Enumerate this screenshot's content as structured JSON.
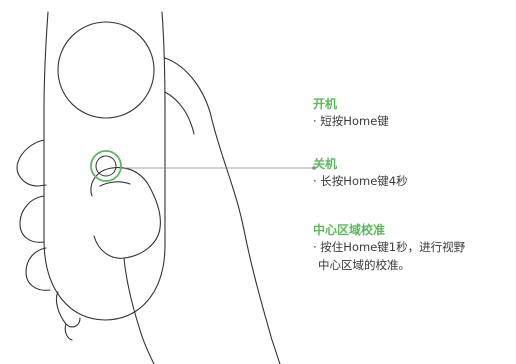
{
  "sections": {
    "power_on": {
      "title": "开机",
      "desc": "· 短按Home键"
    },
    "power_off": {
      "title": "关机",
      "desc": "· 长按Home键4秒"
    },
    "recenter": {
      "title": "中心区域校准",
      "desc_line1": "· 按住Home键1秒，进行视野",
      "desc_line2": "中心区域的校准。"
    }
  },
  "colors": {
    "heading": "#5cb85c",
    "home_button_ring": "#5cb85c",
    "line_art": "#333333",
    "text": "#3a3a3a"
  },
  "icons": {
    "controller": "vr-controller-illustration",
    "home_button": "home-button-icon"
  }
}
